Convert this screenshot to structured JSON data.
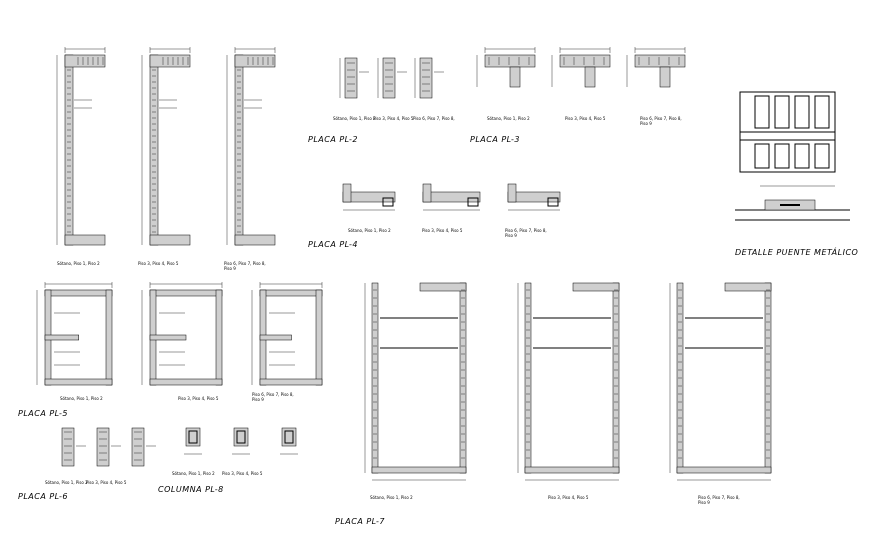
{
  "titles": {
    "pl2": "PLACA PL-2",
    "pl3": "PLACA PL-3",
    "pl4": "PLACA PL-4",
    "pl5": "PLACA PL-5",
    "pl6": "PLACA PL-6",
    "pl7": "PLACA PL-7",
    "pl8": "COLUMNA PL-8",
    "puente": "DETALLE PUENTE METÁLICO"
  },
  "captions": {
    "a": "Sótano, Piso 1, Piso 2",
    "b": "Piso 3, Piso 4, Piso 5",
    "c1": "Piso 6, Piso 7, Piso 8,",
    "c2": "Piso 9"
  }
}
